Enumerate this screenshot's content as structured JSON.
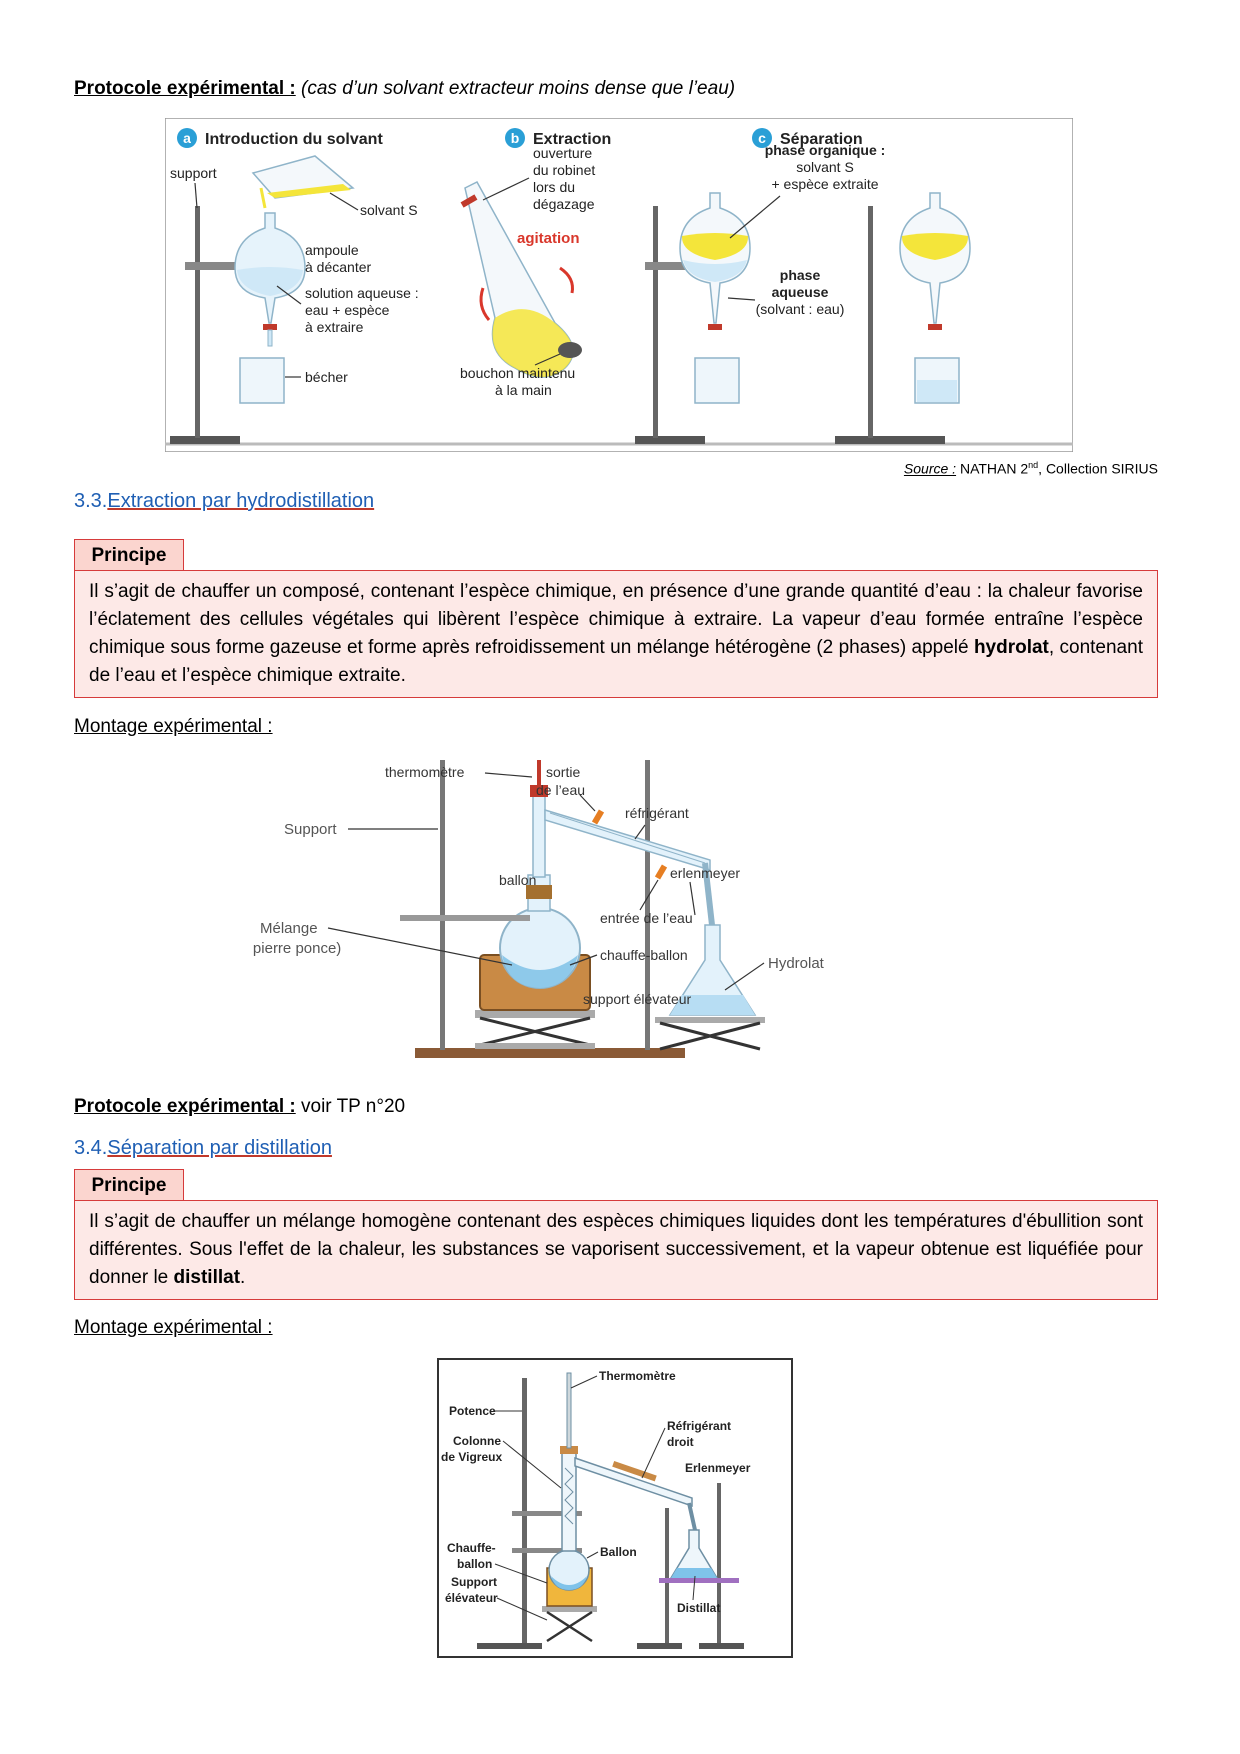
{
  "section_a": {
    "protocol_label": "Protocole expérimental :",
    "protocol_note": "(cas d’un solvant extracteur moins dense que l’eau)",
    "figure": {
      "step_a": "Introduction du solvant",
      "step_b": "Extraction",
      "step_c": "Séparation",
      "letter_a": "a",
      "letter_b": "b",
      "letter_c": "c",
      "support": "support",
      "solvant_s": "solvant S",
      "ampoule_1": "ampoule",
      "ampoule_2": "à décanter",
      "solution_1": "solution aqueuse :",
      "solution_2": "eau + espèce",
      "solution_3": "à extraire",
      "becher": "bécher",
      "ouverture_1": "ouverture",
      "ouverture_2": "du robinet",
      "ouverture_3": "lors du",
      "ouverture_4": "dégazage",
      "agitation": "agitation",
      "bouchon_1": "bouchon maintenu",
      "bouchon_2": "à la main",
      "phase_org_1": "phase organique :",
      "phase_org_2": "solvant S",
      "phase_org_3": "+ espèce extraite",
      "phase_aq_1": "phase",
      "phase_aq_2": "aqueuse",
      "phase_aq_3": "(solvant : eau)"
    },
    "source_label": "Source :",
    "source_text": "NATHAN 2",
    "source_sup": "nd",
    "source_rest": ", Collection SIRIUS"
  },
  "section_33": {
    "number": "3.3.",
    "title": "Extraction par hydrodistillation",
    "principe_tab": "Principe",
    "principe_part1": "Il s’agit de chauffer un composé, contenant l’espèce chimique, en présence d’une grande quantité d’eau : la chaleur favorise l’éclatement des cellules végétales qui libèrent l’espèce chimique à extraire. La vapeur d’eau formée entraîne l’espèce chimique sous forme gazeuse et forme après refroidissement un mélange hétérogène (2 phases) appelé ",
    "principe_bold": "hydrolat",
    "principe_part2": ", contenant de l’eau et l’espèce chimique extraite.",
    "montage_label": "Montage expérimental :",
    "figure": {
      "thermometre": "thermomètre",
      "sortie_1": "sortie",
      "sortie_2": "de l’eau",
      "refrigerant": "réfrigérant",
      "support": "Support",
      "ballon": "ballon",
      "erlenmeyer": "erlenmeyer",
      "melange_1": "Mélange",
      "melange_2": "(+ pierre ponce)",
      "entree": "entrée de l’eau",
      "chauffe_ballon": "chauffe-ballon",
      "hydrolat": "Hydrolat",
      "support_elevateur": "support élévateur"
    },
    "protocol_label": "Protocole expérimental :",
    "protocol_text": " voir TP n°20"
  },
  "section_34": {
    "number": "3.4.",
    "title": "Séparation par distillation",
    "principe_tab": "Principe",
    "principe_part1": "Il s’agit de chauffer un mélange homogène contenant des espèces chimiques liquides dont les températures d'ébullition sont différentes. Sous l'effet de la chaleur, les substances se vaporisent successivement, et la vapeur obtenue est liquéfiée pour donner le ",
    "principe_bold": "distillat",
    "principe_part2": ".",
    "montage_label": "Montage expérimental :",
    "figure": {
      "thermometre": "Thermomètre",
      "potence": "Potence",
      "colonne_1": "Colonne",
      "colonne_2": "de Vigreux",
      "refrigerant_1": "Réfrigérant",
      "refrigerant_2": "droit",
      "erlenmeyer": "Erlenmeyer",
      "chauffe_1": "Chauffe-",
      "chauffe_2": "ballon",
      "ballon": "Ballon",
      "support_1": "Support",
      "support_2": "élévateur",
      "distillat": "Distillat"
    }
  },
  "colors": {
    "link_blue": "#1f5fb4",
    "box_border": "#d63b3b",
    "box_fill": "#fde9e7",
    "tab_fill": "#fbd5cf",
    "solvent_yellow": "#f4e53a",
    "water_blue": "#cfe8f7"
  }
}
